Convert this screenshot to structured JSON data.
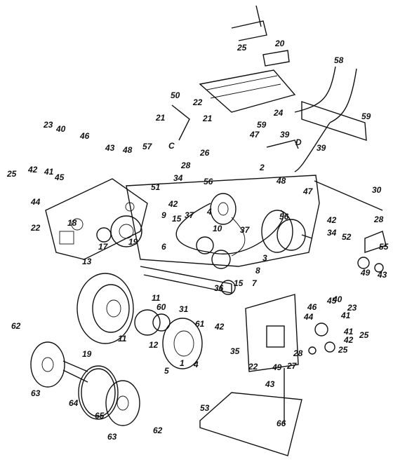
{
  "diagram": {
    "labels": [
      "25",
      "20",
      "58",
      "50",
      "22",
      "21",
      "59",
      "24",
      "21",
      "C",
      "26",
      "23",
      "40",
      "46",
      "43",
      "48",
      "57",
      "47",
      "39",
      "D",
      "2",
      "39",
      "59",
      "28",
      "25",
      "42",
      "41",
      "45",
      "51",
      "34",
      "42",
      "56",
      "48",
      "47",
      "30",
      "44",
      "22",
      "18",
      "17",
      "19",
      "9",
      "15",
      "6",
      "37",
      "4",
      "10",
      "37",
      "56",
      "42",
      "34",
      "52",
      "28",
      "55",
      "49",
      "43",
      "13",
      "11",
      "60",
      "31",
      "61",
      "36",
      "15",
      "7",
      "8",
      "3",
      "12",
      "11",
      "5",
      "1",
      "4",
      "62",
      "19",
      "63",
      "64",
      "65",
      "63",
      "62",
      "35",
      "42",
      "22",
      "27",
      "28",
      "43",
      "49",
      "53",
      "66",
      "45",
      "40",
      "23",
      "41",
      "25",
      "42",
      "25",
      "46",
      "44",
      "41"
    ]
  }
}
